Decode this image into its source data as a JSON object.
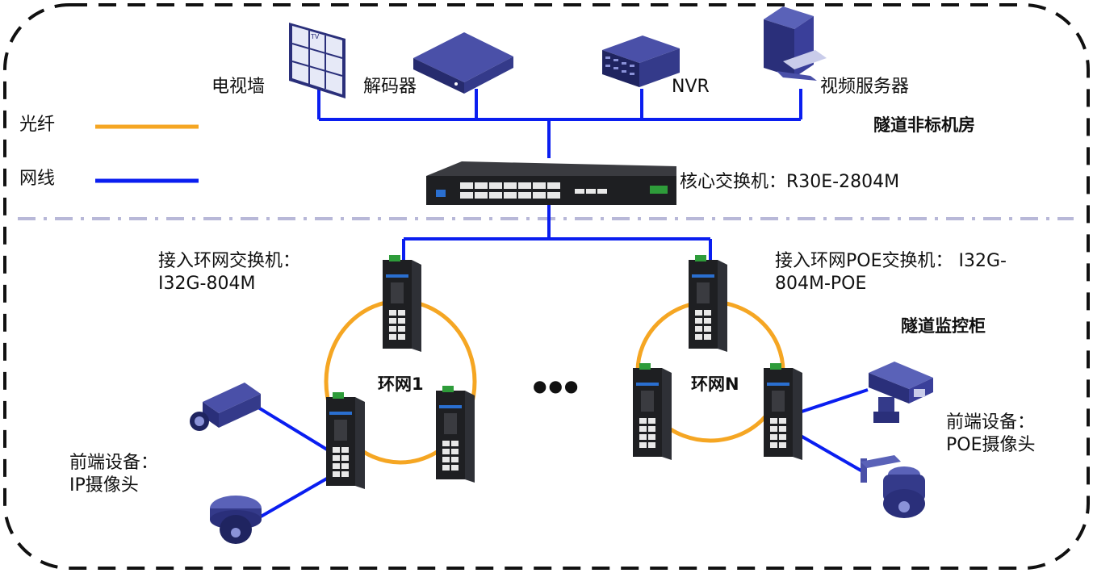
{
  "legend": {
    "fiber_label": "光纤",
    "fiber_color": "#F5A623",
    "cable_label": "网线",
    "cable_color": "#0A1EF0"
  },
  "zones": {
    "machine_room": "隧道非标机房",
    "monitor_cabinet": "隧道监控柜"
  },
  "devices": {
    "video_wall": "电视墙",
    "decoder": "解码器",
    "nvr": "NVR",
    "video_server": "视频服务器",
    "core_switch": "核心交换机：R30E-2804M"
  },
  "ring_switch_left": {
    "line1": "接入环网交换机：",
    "line2": "I32G-804M"
  },
  "ring_switch_right": {
    "line1": "接入环网POE交换机： I32G-",
    "line2": "804M-POE"
  },
  "rings": {
    "ring1": "环网1",
    "ringN": "环网N",
    "ellipsis": "●●●"
  },
  "frontend_left": {
    "line1": "前端设备：",
    "line2": "IP摄像头"
  },
  "frontend_right": {
    "line1": "前端设备：",
    "line2": "POE摄像头"
  },
  "colors": {
    "border": "#111111",
    "divider": "#B8B8D8",
    "device_dark": "#1E1F22",
    "device_blue": "#3A3F8F"
  }
}
